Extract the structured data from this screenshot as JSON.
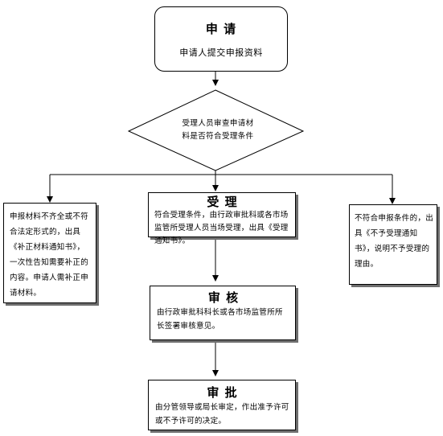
{
  "apply": {
    "title": "申 请",
    "desc": "申请人提交申报资料"
  },
  "review": {
    "line1": "受理人员审查申请材",
    "line2": "料是否符合受理条件"
  },
  "incomplete": {
    "text": "申报材料不齐全或不符合法定形式的，出具《补正材料通知书》，一次性告知需要补正的内容。申请人需补正申请材料。"
  },
  "accept": {
    "title": "受 理",
    "desc": "符合受理条件，由行政审批科或各市场监管所受理人员当场受理，出具《受理通知书》。"
  },
  "reject": {
    "text": "不符合申报条件的，出具《不予受理通知书》，说明不予受理的理由。"
  },
  "audit": {
    "title": "审 核",
    "desc": "由行政审批科科长或各市场监管所所长签署审核意见。"
  },
  "approve": {
    "title": "审 批",
    "desc": "由分管领导或局长审定，作出准予许可或不予许可的决定。"
  }
}
